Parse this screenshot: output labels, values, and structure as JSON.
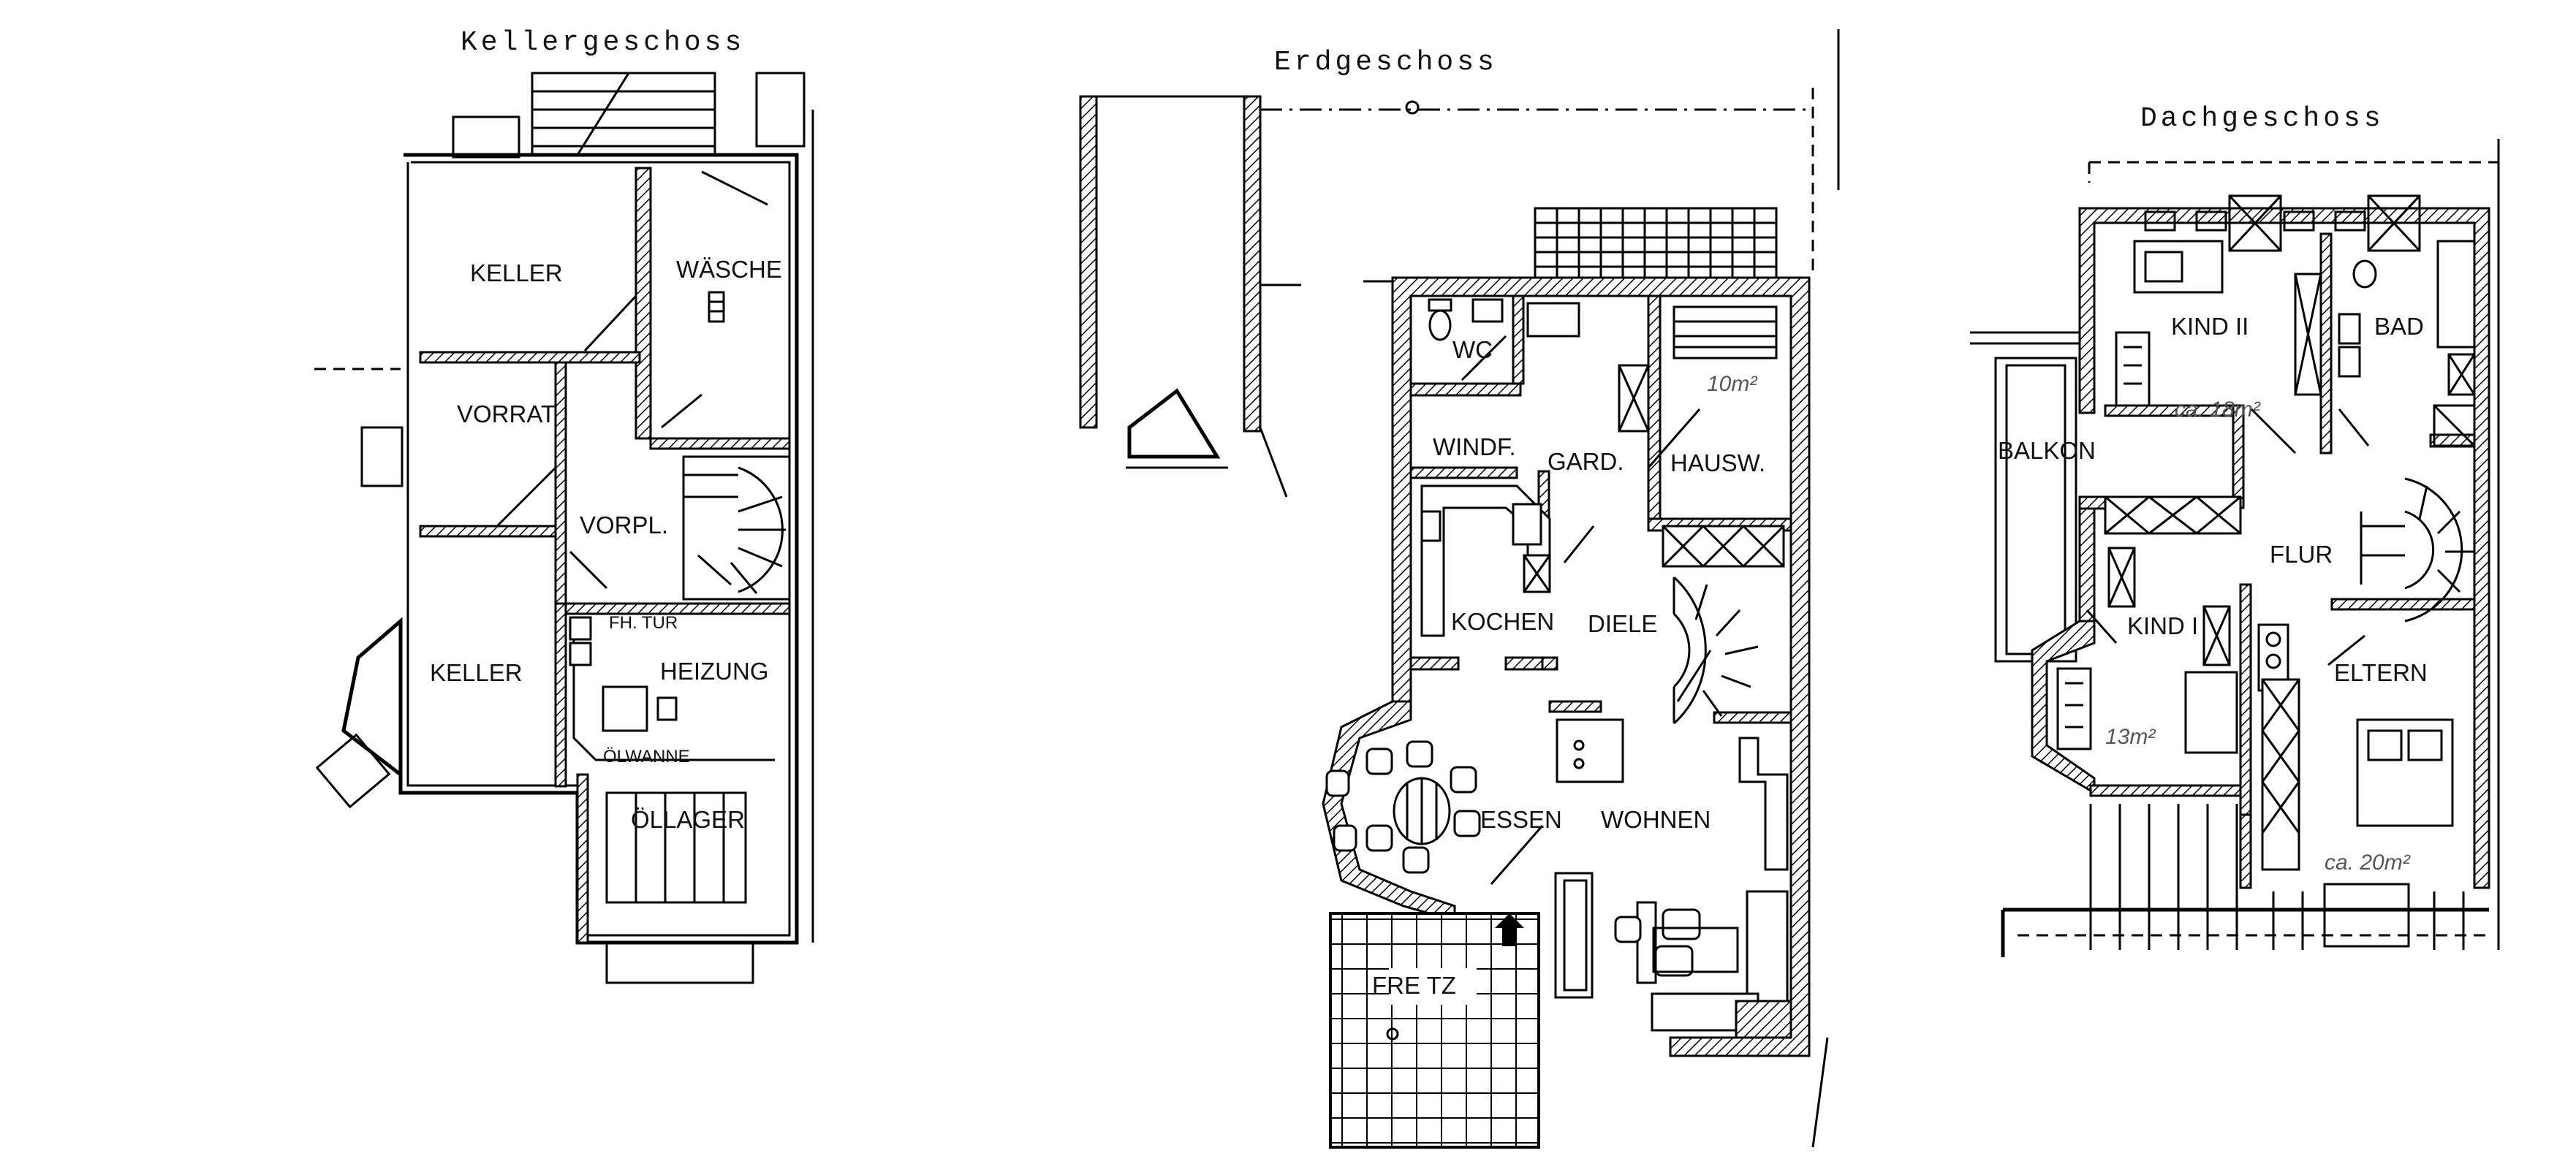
{
  "floors": {
    "basement": {
      "title": "Kellergeschoss",
      "rooms": {
        "keller_1": "KELLER",
        "waesche": "WÄSCHE",
        "vorrat": "VORRAT",
        "vorpl": "VORPL.",
        "keller_2": "KELLER",
        "heizung": "HEIZUNG",
        "oellager": "ÖLLAGER"
      },
      "labels": {
        "fh_tuer": "FH. TÜR",
        "oelwanne": "ÖLWANNE"
      }
    },
    "ground": {
      "title": "Erdgeschoss",
      "rooms": {
        "wc": "WC",
        "windf": "WINDF.",
        "gard": "GARD.",
        "hausw": "HAUSW.",
        "kochen": "KOCHEN",
        "diele": "DIELE",
        "essen": "ESSEN",
        "wohnen": "WOHNEN",
        "freisitz": "FRE  TZ"
      },
      "notes": {
        "hausw_area": "10m²"
      }
    },
    "attic": {
      "title": "Dachgeschoss",
      "rooms": {
        "kind2": "KIND II",
        "bad": "BAD",
        "balkon": "BALKON",
        "flur": "FLUR",
        "kind1": "KIND I",
        "eltern": "ELTERN"
      },
      "notes": {
        "kind2_area": "ca. 18m²",
        "kind1_area": "13m²",
        "eltern_area": "ca. 20m²"
      }
    }
  }
}
